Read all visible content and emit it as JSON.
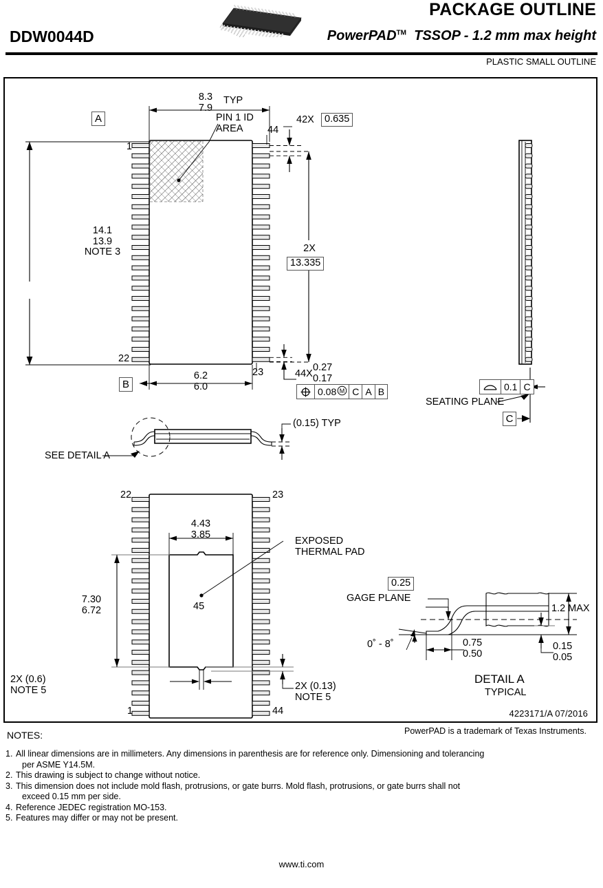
{
  "header": {
    "title": "PACKAGE OUTLINE",
    "part_number": "DDW0044D",
    "subtitle_main": "PowerPAD",
    "subtitle_tm": "TM",
    "subtitle_rest": "TSSOP - 1.2 mm max height",
    "plastic_note": "PLASTIC SMALL OUTLINE",
    "chip_icon": "tssop-package-3d-icon"
  },
  "top_view": {
    "datum_a": "A",
    "datum_b": "B",
    "width_upper": "8.3",
    "width_lower": "7.9",
    "width_typ": "TYP",
    "pin1_id_line1": "PIN 1 ID",
    "pin1_id_line2": "AREA",
    "pitch_qty": "42X",
    "pitch_value": "0.635",
    "lead_span_qty": "2X",
    "lead_span_value": "13.335",
    "body_length_upper": "14.1",
    "body_length_lower": "13.9",
    "body_length_note": "NOTE 3",
    "body_width_upper": "6.2",
    "body_width_lower": "6.0",
    "lead_width_qty": "44X",
    "lead_width_upper": "0.27",
    "lead_width_lower": "0.17",
    "pin_labels": {
      "top_left": "1",
      "bottom_left": "22",
      "bottom_right": "23",
      "top_right": "44"
    },
    "fcf": {
      "symbol": "position-symbol",
      "tolerance": "0.08",
      "modifier": "M",
      "datums": [
        "C",
        "A",
        "B"
      ]
    }
  },
  "side_view": {
    "datum_c": "C",
    "seating_plane_label": "SEATING PLANE",
    "flatness": {
      "symbol": "flatness-symbol",
      "tolerance": "0.1",
      "datum": "C"
    }
  },
  "profile_view": {
    "detail_callout": "SEE DETAIL A",
    "standoff": "(0.15) TYP"
  },
  "bottom_view": {
    "pad_width_upper": "4.43",
    "pad_width_lower": "3.85",
    "pad_length_upper": "7.30",
    "pad_length_lower": "6.72",
    "exposed_pad_line1": "EXPOSED",
    "exposed_pad_line2": "THERMAL PAD",
    "pad_pin_number": "45",
    "notch_left_qty": "2X (0.6)",
    "notch_left_note": "NOTE 5",
    "notch_right_qty": "2X (0.13)",
    "notch_right_note": "NOTE 5",
    "pin_labels": {
      "top_left": "22",
      "top_right": "23",
      "bottom_left": "1",
      "bottom_right": "44"
    }
  },
  "detail_a": {
    "title": "DETAIL A",
    "subtitle": "TYPICAL",
    "gage_plane_box": "0.25",
    "gage_plane_label": "GAGE PLANE",
    "angle": "0˚ - 8˚",
    "foot_length_upper": "0.75",
    "foot_length_lower": "0.50",
    "height_max": "1.2 MAX",
    "lead_thk_upper": "0.15",
    "lead_thk_lower": "0.05"
  },
  "title_block": {
    "drawing_number": "4223171/A   07/2016"
  },
  "notes": {
    "label": "NOTES:",
    "trademark": "PowerPAD is a trademark of Texas Instruments.",
    "items": [
      {
        "num": "1.",
        "text": "All linear dimensions are in millimeters. Any dimensions in parenthesis are for reference only. Dimensioning and tolerancing",
        "cont": "per ASME Y14.5M."
      },
      {
        "num": "2.",
        "text": "This drawing is subject to change without notice.",
        "cont": ""
      },
      {
        "num": "3.",
        "text": "This dimension does not include mold flash, protrusions, or gate burrs. Mold flash, protrusions, or gate burrs shall not",
        "cont": "exceed 0.15 mm per side."
      },
      {
        "num": "4.",
        "text": "Reference JEDEC registration MO-153.",
        "cont": ""
      },
      {
        "num": "5.",
        "text": "Features may differ or may not be present.",
        "cont": ""
      }
    ]
  },
  "footer": {
    "url": "www.ti.com"
  },
  "colors": {
    "ink": "#000000",
    "lead_fill": "#e9e9e9",
    "frame_stroke": "#555555"
  }
}
